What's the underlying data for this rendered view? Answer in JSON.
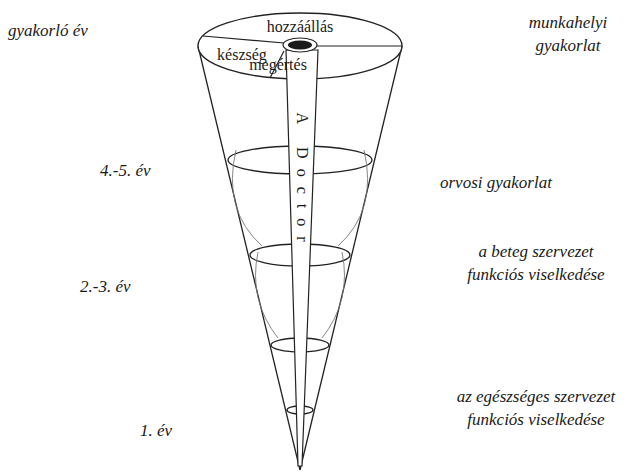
{
  "diagram": {
    "nodes": [
      {
        "text": [
          "hozzáállás",
          "készség",
          "megértés"
        ]
      },
      {
        "text": [
          "A Doctor"
        ]
      }
    ],
    "labels": [
      "gyakorló év",
      "munkahelyi gyakorlat",
      "4.-5. év",
      "orvosi gyakorlat",
      "2.-3. év",
      "a beteg szervezet funkciós viselkedése",
      "1. év",
      "az egészséges szervezet funkciós viselkedése"
    ]
  }
}
